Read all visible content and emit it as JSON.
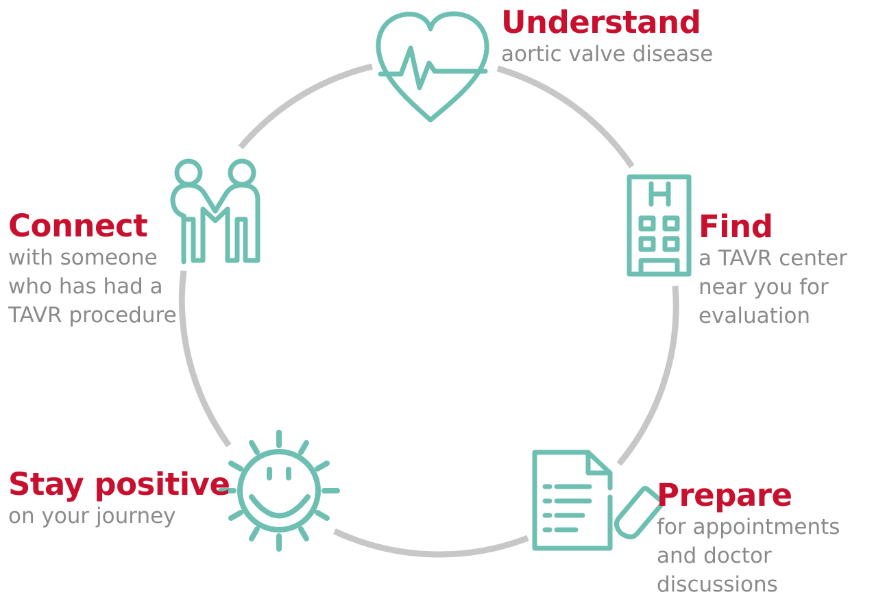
{
  "colors": {
    "accent": "#c8102e",
    "icon": "#6dbfb2",
    "ring": "#c7c7c7",
    "description": "#8a8a8a"
  },
  "steps": [
    {
      "id": "understand",
      "icon": "heart-pulse-icon",
      "title": "Understand",
      "description": "aortic valve disease"
    },
    {
      "id": "find",
      "icon": "hospital-icon",
      "title": "Find",
      "description": "a TAVR center\nnear  you for\nevaluation"
    },
    {
      "id": "prepare",
      "icon": "document-pen-icon",
      "title": "Prepare",
      "description": "for appointments\nand doctor\ndiscussions"
    },
    {
      "id": "stay-positive",
      "icon": "smiling-sun-icon",
      "title": "Stay positive",
      "description": "on your journey"
    },
    {
      "id": "connect",
      "icon": "two-people-holding-hands-icon",
      "title": "Connect",
      "description": "with someone\nwho has had a\nTAVR procedure"
    }
  ]
}
